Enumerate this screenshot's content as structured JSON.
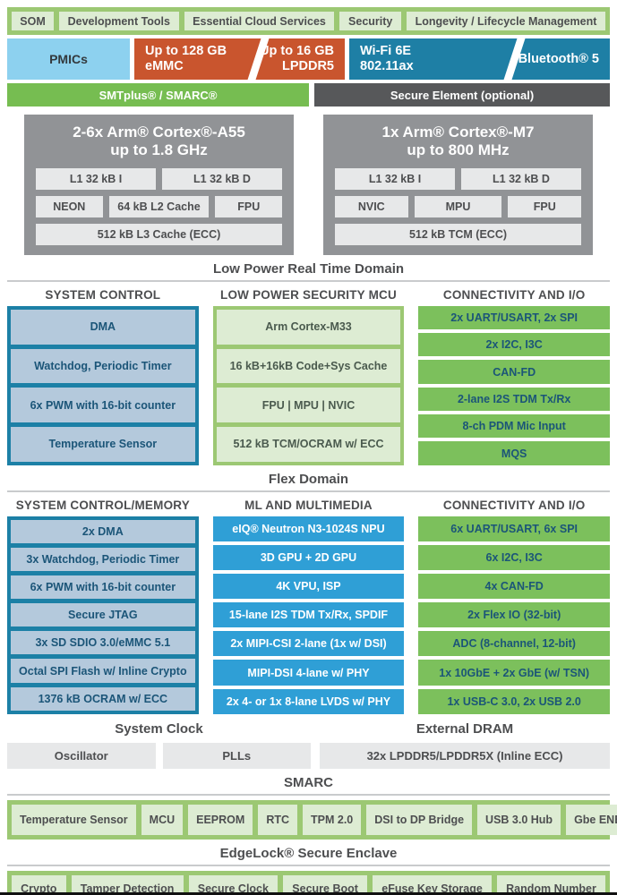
{
  "colors": {
    "banner_green": "#9cc873",
    "cell_light_green": "#ddecd3",
    "green": "#7cc05c",
    "green_bar": "#76bd51",
    "light_blue": "#8dd1ef",
    "orange": "#c9552e",
    "teal": "#1e7fa5",
    "dark_gray": "#57585a",
    "cpu_gray": "#919396",
    "ml_blue": "#2f9fd6",
    "text_navy": "#1b5578"
  },
  "top_banner": {
    "items": [
      "SOM",
      "Development Tools",
      "Essential Cloud Services",
      "Security",
      "Longevity / Lifecycle Management"
    ]
  },
  "hw_row": {
    "pmics": "PMICs",
    "storage": {
      "left1": "Up to 128 GB",
      "left2": "eMMC",
      "right1": "Up to 16 GB",
      "right2": "LPDDR5"
    },
    "wireless": {
      "left1": "Wi-Fi 6E",
      "left2": "802.11ax",
      "right": "Bluetooth® 5"
    }
  },
  "carrier_row": {
    "smtplus": "SMTplus® / SMARC®",
    "secure_element": "Secure Element (optional)"
  },
  "cpu_row": {
    "caption": "Low Power Real Time Domain",
    "blocks": [
      {
        "title1": "2-6x Arm® Cortex®-A55",
        "title2": "up to 1.8 GHz",
        "cells": [
          "L1 32 kB I",
          "L1 32 kB D",
          "NEON",
          "64 kB L2 Cache",
          "FPU",
          "512 kB L3 Cache (ECC)"
        ]
      },
      {
        "title1": "1x Arm® Cortex®-M7",
        "title2": "up to 800 MHz",
        "cells": [
          "L1 32 kB I",
          "L1 32 kB D",
          "NVIC",
          "MPU",
          "FPU",
          "512 kB TCM (ECC)"
        ]
      }
    ]
  },
  "flex_domain": {
    "caption": "Flex Domain",
    "columns": [
      {
        "header": "SYSTEM CONTROL",
        "cells": [
          "DMA",
          "Watchdog, Periodic Timer",
          "6x PWM with 16-bit counter",
          "Temperature Sensor"
        ]
      },
      {
        "header": "LOW POWER SECURITY MCU",
        "cells": [
          "Arm Cortex-M33",
          "16 kB+16kB Code+Sys Cache",
          "FPU | MPU | NVIC",
          "512 kB TCM/OCRAM w/ ECC"
        ]
      },
      {
        "header": "CONNECTIVITY AND I/O",
        "cells": [
          "2x UART/USART, 2x SPI",
          "2x I2C, I3C",
          "CAN-FD",
          "2-lane I2S TDM Tx/Rx",
          "8-ch PDM Mic Input",
          "MQS"
        ]
      }
    ]
  },
  "main_domain": {
    "columns": [
      {
        "header": "SYSTEM CONTROL/MEMORY",
        "cells": [
          "2x DMA",
          "3x Watchdog, Periodic Timer",
          "6x PWM with 16-bit counter",
          "Secure JTAG",
          "3x SD SDIO 3.0/eMMC 5.1",
          "Octal SPI Flash w/ Inline Crypto",
          "1376 kB OCRAM w/ ECC"
        ]
      },
      {
        "header": "ML AND MULTIMEDIA",
        "cells": [
          "eIQ® Neutron N3-1024S NPU",
          "3D GPU + 2D GPU",
          "4K VPU, ISP",
          "15-lane I2S TDM Tx/Rx, SPDIF",
          "2x MIPI-CSI 2-lane (1x w/ DSI)",
          "MIPI-DSI 4-lane w/ PHY",
          "2x 4- or 1x 8-lane LVDS w/ PHY"
        ]
      },
      {
        "header": "CONNECTIVITY AND I/O",
        "cells": [
          "6x UART/USART, 6x SPI",
          "6x I2C, I3C",
          "4x CAN-FD",
          "2x Flex IO (32-bit)",
          "ADC (8-channel, 12-bit)",
          "1x 10GbE + 2x GbE (w/ TSN)",
          "1x USB-C 3.0, 2x USB 2.0"
        ]
      }
    ]
  },
  "clock_dram": {
    "clock_header": "System Clock",
    "dram_header": "External DRAM",
    "clock_cells": [
      "Oscillator",
      "PLLs"
    ],
    "dram_cell": "32x LPDDR5/LPDDR5X (Inline ECC)"
  },
  "smarc": {
    "caption": "SMARC",
    "items": [
      "Temperature Sensor",
      "MCU",
      "EEPROM",
      "RTC",
      "TPM 2.0",
      "DSI to DP Bridge",
      "USB 3.0 Hub",
      "Gbe ENET PHY"
    ]
  },
  "edgelock": {
    "caption": "EdgeLock® Secure Enclave",
    "items": [
      "Crypto",
      "Tamper Detection",
      "Secure Clock",
      "Secure Boot",
      "eFuse Key Storage",
      "Random Number"
    ]
  }
}
